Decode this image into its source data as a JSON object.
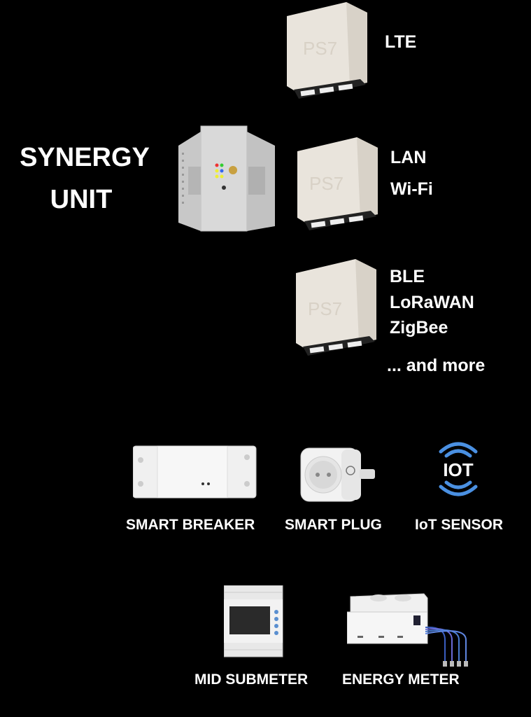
{
  "synergy": {
    "line1": "SYNERGY",
    "line2": "UNIT"
  },
  "gateways": [
    {
      "device_text": "PS7",
      "labels": [
        "LTE"
      ]
    },
    {
      "device_text": "PS7",
      "labels": [
        "LAN",
        "Wi-Fi"
      ]
    },
    {
      "device_text": "PS7",
      "labels": [
        "BLE",
        "LoRaWAN",
        "ZigBee"
      ]
    }
  ],
  "more_label": "... and more",
  "devices": [
    {
      "label": "SMART BREAKER",
      "icon": "smart-breaker-icon"
    },
    {
      "label": "SMART PLUG",
      "icon": "smart-plug-icon"
    },
    {
      "label": "IoT SENSOR",
      "icon": "iot-icon",
      "icon_text": "IOT"
    },
    {
      "label": "MID SUBMETER",
      "icon": "submeter-icon"
    },
    {
      "label": "ENERGY METER",
      "icon": "energy-meter-icon"
    }
  ],
  "colors": {
    "background": "#000000",
    "text": "#ffffff",
    "iot_blue": "#4a90e2"
  }
}
